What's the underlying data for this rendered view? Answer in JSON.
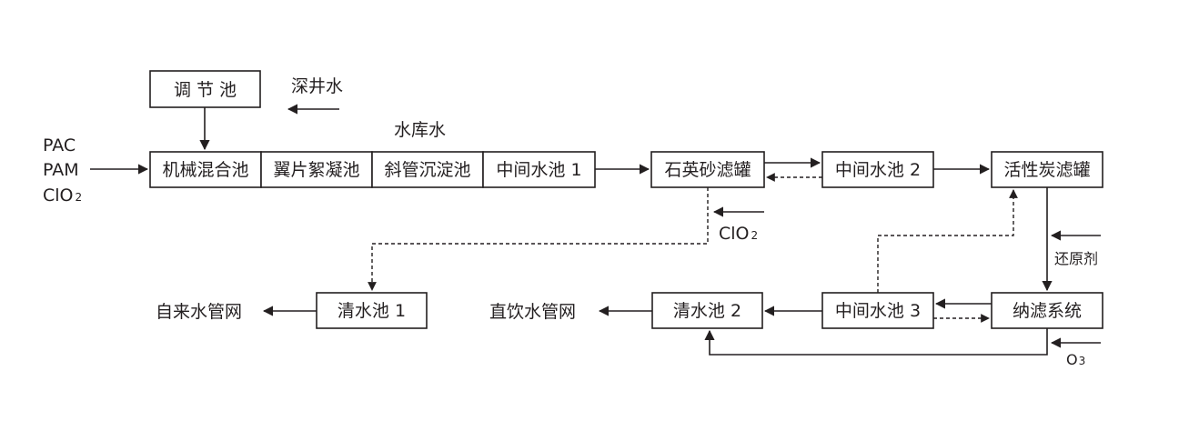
{
  "nodes": {
    "tiaojiechi": "调 节 池",
    "jixie": "机械混合池",
    "yipian": "翼片絮凝池",
    "xieguan": "斜管沉淀池",
    "zhongjian1": "中间水池 1",
    "shiying": "石英砂滤罐",
    "zhongjian2": "中间水池 2",
    "huoxingtan": "活性炭滤罐",
    "qingshui1": "清水池 1",
    "qingshui2": "清水池 2",
    "zhongjian3": "中间水池 3",
    "nalv": "纳滤系统"
  },
  "labels": {
    "shenjingshui": "深井水",
    "shuikushui": "水库水",
    "pac": "PAC",
    "pam": "PAM",
    "clo2_main": "ClO",
    "clo2_main_sub": "2",
    "clo2_filter": "ClO",
    "clo2_filter_sub": "2",
    "huanyuanji": "还原剂",
    "o3": "O",
    "o3_sub": "3",
    "zilaishui": "自来水管网",
    "zhiyinshui": "直饮水管网"
  }
}
